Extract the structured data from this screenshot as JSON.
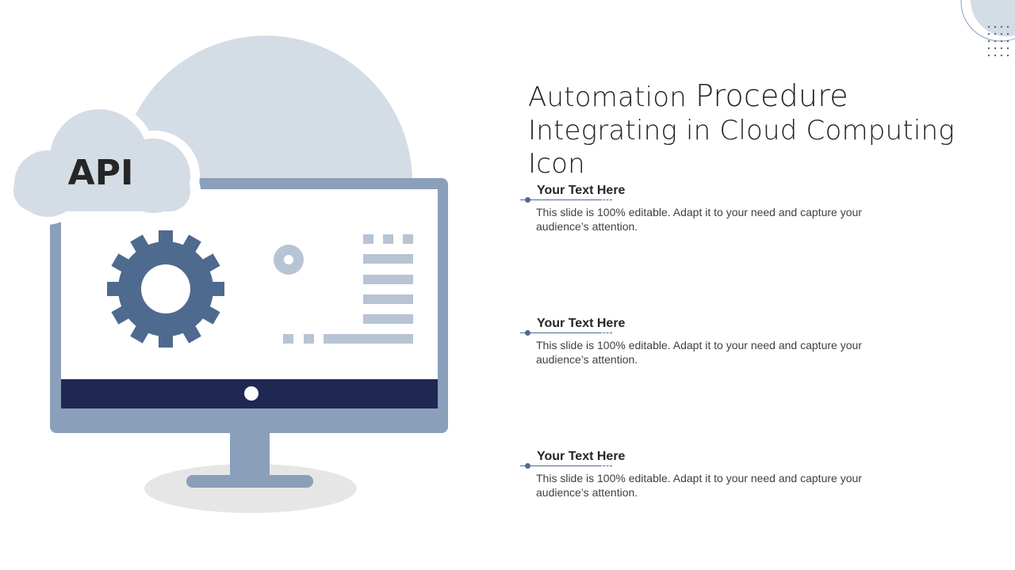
{
  "slide": {
    "title_part1": "Automation",
    "title_part2": "Procedure",
    "title_part3": "Integrating in Cloud Computing Icon"
  },
  "illustration": {
    "cloud_label": "API",
    "colors": {
      "light": "#d4dce6",
      "monitor_frame": "#8a9fba",
      "gear": "#4f6a8f",
      "accent_light": "#b7c4d4",
      "bezel": "#1f2853",
      "shadow": "#e6e6e6"
    }
  },
  "items": [
    {
      "heading": "Your Text Here",
      "body": "This slide is 100% editable. Adapt it to your need and capture your audience’s attention."
    },
    {
      "heading": "Your Text Here",
      "body": "This slide is 100% editable. Adapt it to your need and capture your audience’s attention."
    },
    {
      "heading": "Your Text Here",
      "body": "This slide is 100% editable. Adapt it to your need and capture your audience’s attention."
    }
  ]
}
